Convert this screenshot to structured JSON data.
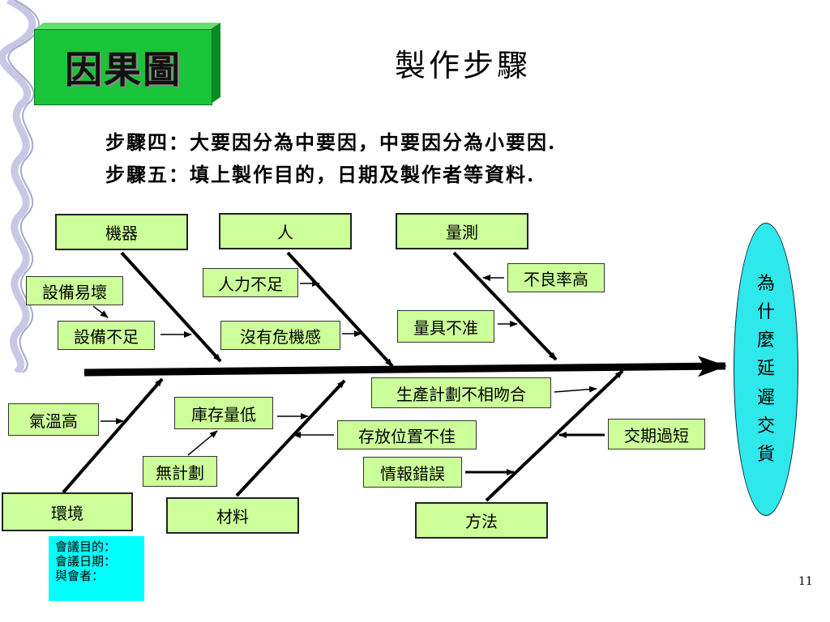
{
  "slide": {
    "title_block": "因果圖",
    "heading": "製作步驟",
    "steps": [
      "步驟四：大要因分為中要因，中要因分為小要因.",
      "步驟五：填上製作目的，日期及製作者等資料."
    ],
    "page_number": "11"
  },
  "diagram": {
    "effect": "為什麼延遲交貨",
    "categories": {
      "machine": "機器",
      "people": "人",
      "measure": "量測",
      "environment": "環境",
      "material": "材料",
      "method": "方法"
    },
    "causes": {
      "equip_break": "設備易壞",
      "equip_short": "設備不足",
      "manpower_short": "人力不足",
      "no_crisis": "沒有危機感",
      "defect_rate": "不良率高",
      "gauge_inaccurate": "量具不准",
      "temp_high": "氣溫高",
      "stock_low": "庫存量低",
      "no_plan": "無計劃",
      "storage_bad": "存放位置不佳",
      "plan_mismatch": "生產計劃不相吻合",
      "info_error": "情報錯誤",
      "due_short": "交期過短"
    }
  },
  "meeting_note": {
    "purpose": "會議目的：",
    "date": "會議日期：",
    "attendees": "與會者："
  },
  "colors": {
    "title_green": "#19c43a",
    "box_fill": "#ccff99",
    "effect_fill": "#2ee8ec",
    "note_fill": "#00ffff"
  }
}
